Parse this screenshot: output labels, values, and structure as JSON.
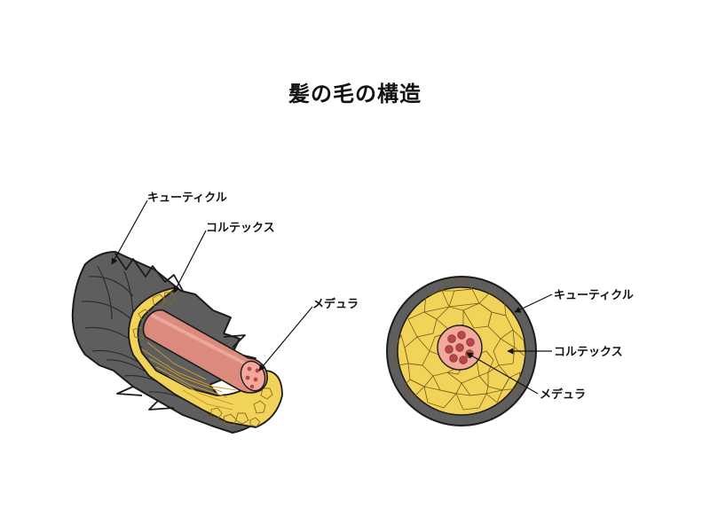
{
  "title": "髪の毛の構造",
  "side_view": {
    "labels": {
      "cuticle": "キューティクル",
      "cortex": "コルテックス",
      "medulla": "メデュラ"
    }
  },
  "cross_section": {
    "labels": {
      "cuticle": "キューティクル",
      "cortex": "コルテックス",
      "medulla": "メデュラ"
    }
  },
  "colors": {
    "cuticle": "#5e5e5e",
    "cortex": "#f2d35a",
    "cortex_dark": "#e2b52e",
    "medulla": "#dc8a7d",
    "medulla_dots": "#b8464a",
    "outline": "#1b1b1b"
  }
}
